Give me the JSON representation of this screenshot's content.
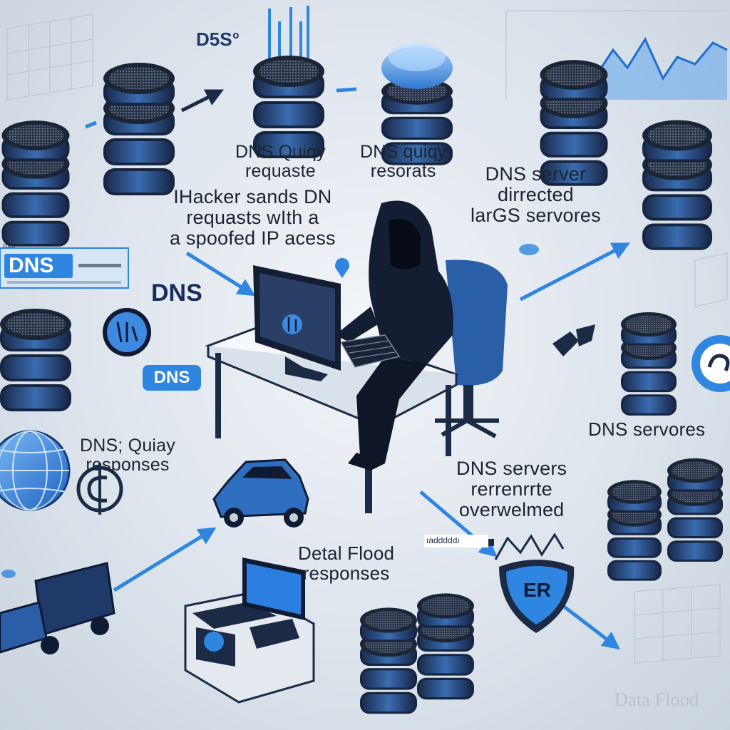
{
  "labels": {
    "dns_query_request": "DNS Quiqy\nrequaste",
    "dns_query_results": "DNS quiqy\nresorats",
    "hacker_sends": "IHacker sands   DN\nrequasts wIth a\na spoofed IP acess",
    "dns_server_directed": "DNS server\ndirrected\nlarGS servores",
    "dns_servores": "DNS servores",
    "dns_query_responses": "DNS; Quiay\nresponses",
    "dns_servers_overwhelmed": "DNS servers\nrerrenrrte\noverwelmed",
    "data_flood_responses": "Detal Flood\nresponses",
    "data_flood_footer": "Data Flood",
    "dns_top_logo": "D5S°",
    "dns_banner": "DNS",
    "dns_banner_small": "rum",
    "dns_center": "DNS",
    "dns_pill": "DNS",
    "small_sign": "ıadddddı",
    "shield_text": "ER"
  },
  "icons": [
    "server-stack-icon",
    "hooded-hacker-icon",
    "computer-monitor-icon",
    "keyboard-icon",
    "desk-icon",
    "office-chair-icon",
    "globe-icon",
    "car-icon",
    "truck-icon",
    "shield-icon",
    "arrow-icon",
    "chart-icon",
    "dns-badge-icon",
    "workstation-icon"
  ],
  "colors": {
    "background": "#dde4ec",
    "server_dark": "#1c2b45",
    "server_band": "#2e5a96",
    "accent_blue": "#2f86e0",
    "hacker": "#141e33"
  }
}
